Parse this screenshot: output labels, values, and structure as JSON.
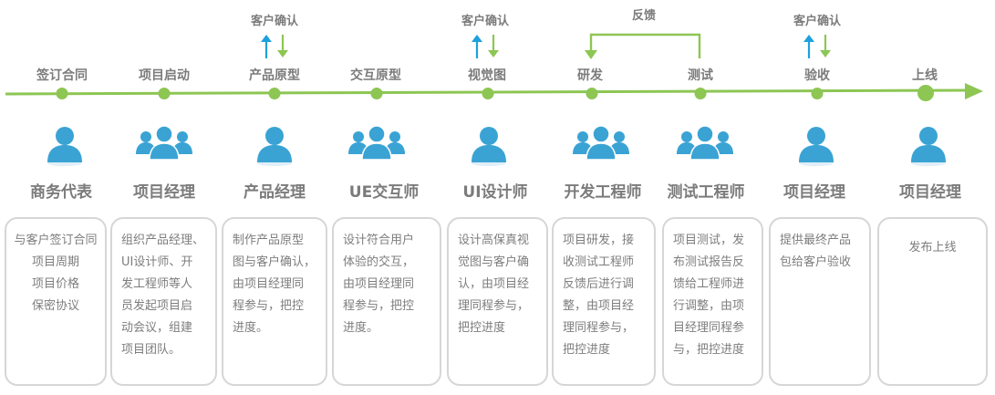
{
  "stages": [
    {
      "label": "签订合同"
    },
    {
      "label": "项目启动"
    },
    {
      "label": "产品原型"
    },
    {
      "label": "交互原型"
    },
    {
      "label": "视觉图"
    },
    {
      "label": "研发"
    },
    {
      "label": "测试"
    },
    {
      "label": "验收"
    },
    {
      "label": "上线"
    }
  ],
  "confirm_label": "客户确认",
  "feedback_label": "反馈",
  "roles": [
    {
      "name": "商务代表",
      "icon": "single-person-icon"
    },
    {
      "name": "项目经理",
      "icon": "group-people-icon"
    },
    {
      "name": "产品经理",
      "icon": "single-person-icon"
    },
    {
      "name": "UE交互师",
      "icon": "group-people-icon"
    },
    {
      "name": "UI设计师",
      "icon": "single-person-icon"
    },
    {
      "name": "开发工程师",
      "icon": "group-people-icon"
    },
    {
      "name": "测试工程师",
      "icon": "group-people-icon"
    },
    {
      "name": "项目经理",
      "icon": "single-person-icon"
    },
    {
      "name": "项目经理",
      "icon": "single-person-icon"
    }
  ],
  "descriptions": [
    [
      "与客户签订合同",
      "项目周期",
      "项目价格",
      "保密协议"
    ],
    [
      "组织产品经理、",
      "UI设计师、开",
      "发工程师等人",
      "员发起项目启",
      "动会议，组建",
      "项目团队。"
    ],
    [
      "制作产品原型",
      "图与客户确认，",
      "由项目经理同",
      "程参与，把控",
      "进度。"
    ],
    [
      "设计符合用户",
      "体验的交互，",
      "由项目经理同",
      "程参与，把控",
      "进度。"
    ],
    [
      "设计高保真视",
      "觉图与客户确",
      "认，由项目经",
      "理同程参与，",
      "把控进度"
    ],
    [
      "项目研发，接",
      "收测试工程师",
      "反馈后进行调",
      "整，由项目经",
      "理同程参与，",
      "把控进度"
    ],
    [
      "项目测试，发",
      "布测试报告反",
      "馈给工程师进",
      "行调整，由项",
      "目经理同程参",
      "与，把控进度"
    ],
    [
      "提供最终产品",
      "包给客户验收"
    ],
    [
      "发布上线"
    ]
  ],
  "colors": {
    "accent": "#8dc653",
    "icon": "#3aa3d4",
    "up_arrow": "#1fa0dc",
    "down_arrow": "#8dc653",
    "text": "#7b7b7b"
  }
}
